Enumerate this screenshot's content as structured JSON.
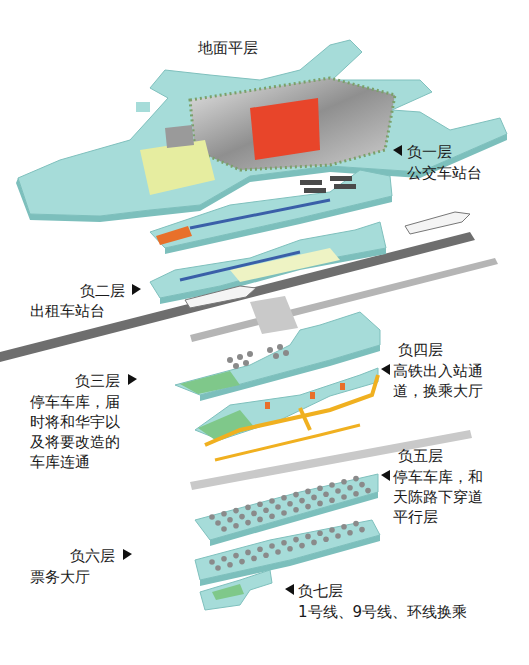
{
  "diagram": {
    "labels": [
      "地面平层",
      "负一层",
      "公交车站台",
      "负二层",
      "出租车站台",
      "负四层",
      "高铁出入站通道，换乘大厅",
      "负三层",
      "停车车库，届时将和华宇以及将要改造的车库连通",
      "负五层",
      "停车车库，和天陈路下穿道平行层",
      "负六层",
      "票务大厅",
      "负七层",
      "1号线、9号线、环线换乘"
    ]
  }
}
